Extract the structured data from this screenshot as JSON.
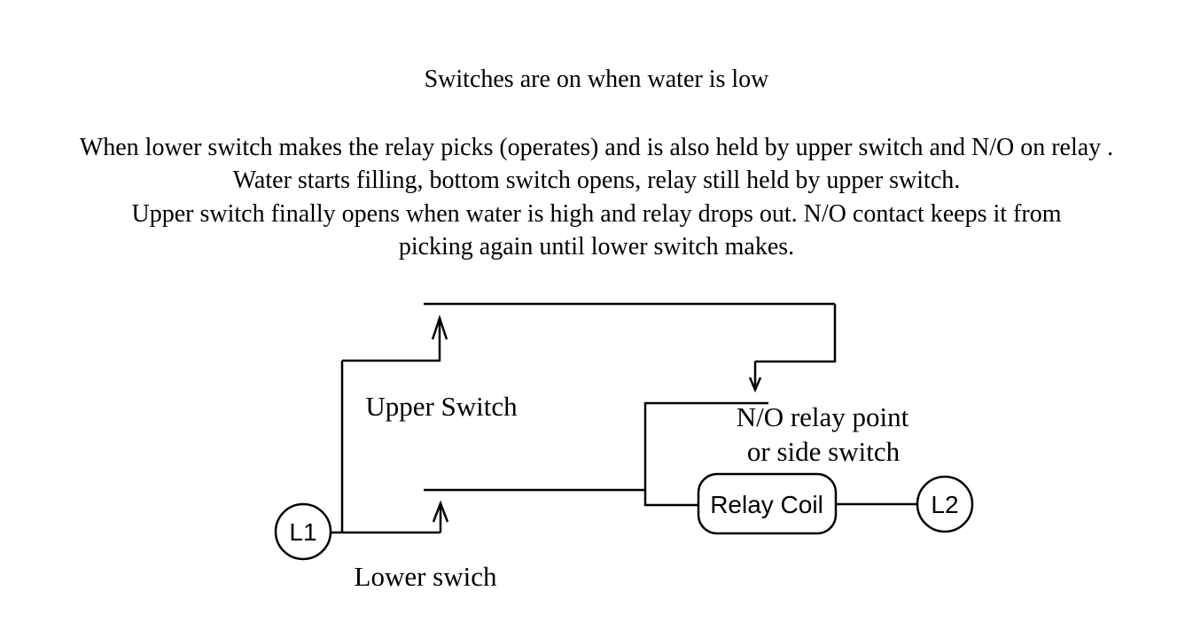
{
  "header": {
    "title": "Switches are on when water is low"
  },
  "description": {
    "lines": [
      "When lower switch makes the relay picks (operates) and is also held by upper switch and N/O on relay .",
      "Water starts filling, bottom switch opens, relay still held by upper switch.",
      "Upper switch finally opens when water is high and relay drops out. N/O contact keeps it from",
      "picking again until lower switch makes."
    ]
  },
  "diagram": {
    "labels": {
      "upper_switch": "Upper Switch",
      "lower_switch": "Lower swich",
      "no_relay_line1": "N/O relay point",
      "no_relay_line2": "or side switch",
      "relay_coil": "Relay Coil",
      "l1": "L1",
      "l2": "L2"
    },
    "colors": {
      "line": "#000000",
      "background": "#ffffff"
    }
  }
}
